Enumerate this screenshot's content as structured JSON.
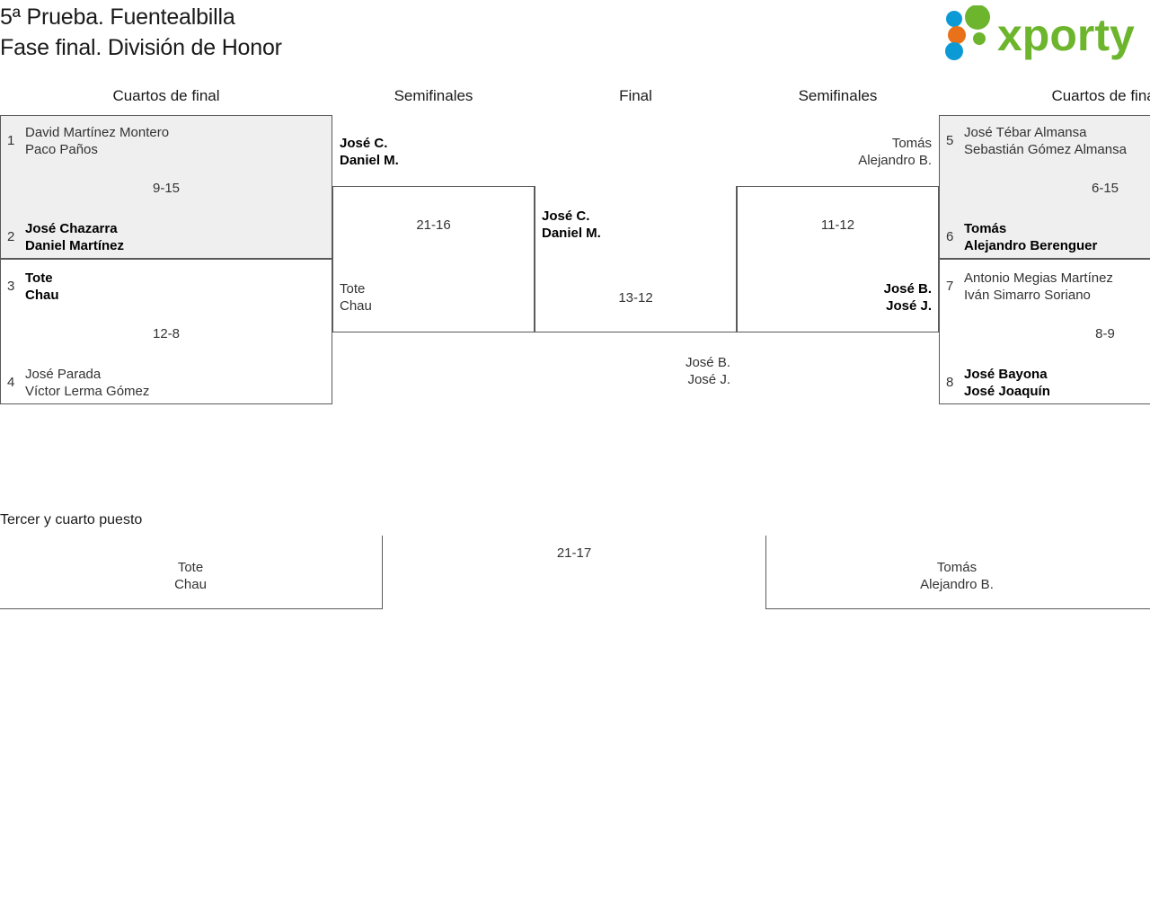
{
  "header": {
    "title_line1": "5ª Prueba. Fuentealbilla",
    "title_line2": "Fase final. División de Honor",
    "logo_text": "xporty",
    "logo_colors": {
      "green": "#6cb52d",
      "orange": "#e8711a",
      "blue": "#0b9ad6"
    }
  },
  "columns": {
    "qf_left": "Cuartos de final",
    "sf_left": "Semifinales",
    "final": "Final",
    "sf_right": "Semifinales",
    "qf_right": "Cuartos de final"
  },
  "bracket": {
    "quarterfinals_left": [
      {
        "seed_top": "1",
        "top_p1": "David Martínez Montero",
        "top_p2": "Paco Paños",
        "top_winner": false,
        "score": "9-15",
        "seed_bottom": "2",
        "bottom_p1": "José Chazarra",
        "bottom_p2": "Daniel Martínez",
        "bottom_winner": true,
        "shaded": true
      },
      {
        "seed_top": "3",
        "top_p1": "Tote",
        "top_p2": "Chau",
        "top_winner": true,
        "score": "12-8",
        "seed_bottom": "4",
        "bottom_p1": "José Parada",
        "bottom_p2": "Víctor Lerma Gómez",
        "bottom_winner": false,
        "shaded": false
      }
    ],
    "semifinal_left": {
      "top_p1": "José C.",
      "top_p2": "Daniel M.",
      "top_winner": true,
      "score": "21-16",
      "bottom_p1": "Tote",
      "bottom_p2": "Chau",
      "bottom_winner": false
    },
    "final": {
      "left_p1": "José C.",
      "left_p2": "Daniel M.",
      "left_winner": true,
      "score": "13-12",
      "right_p1": "José B.",
      "right_p2": "José J.",
      "right_winner": false
    },
    "semifinal_right": {
      "top_p1": "Tomás",
      "top_p2": "Alejandro B.",
      "top_winner": false,
      "score": "11-12",
      "bottom_p1": "José B.",
      "bottom_p2": "José J.",
      "bottom_winner": true
    },
    "quarterfinals_right": [
      {
        "seed_top": "5",
        "top_p1": "José Tébar Almansa",
        "top_p2": "Sebastián Gómez Almansa",
        "top_winner": false,
        "score": "6-15",
        "seed_bottom": "6",
        "bottom_p1": "Tomás",
        "bottom_p2": "Alejandro Berenguer",
        "bottom_winner": true,
        "shaded": true
      },
      {
        "seed_top": "7",
        "top_p1": "Antonio Megias Martínez",
        "top_p2": "Iván Simarro Soriano",
        "top_winner": false,
        "score": "8-9",
        "seed_bottom": "8",
        "bottom_p1": "José Bayona",
        "bottom_p2": "José Joaquín",
        "bottom_winner": true,
        "shaded": false
      }
    ]
  },
  "third_place": {
    "label": "Tercer y cuarto puesto",
    "left_p1": "Tote",
    "left_p2": "Chau",
    "left_winner": false,
    "score": "21-17",
    "right_p1": "Tomás",
    "right_p2": "Alejandro B.",
    "right_winner": false
  }
}
